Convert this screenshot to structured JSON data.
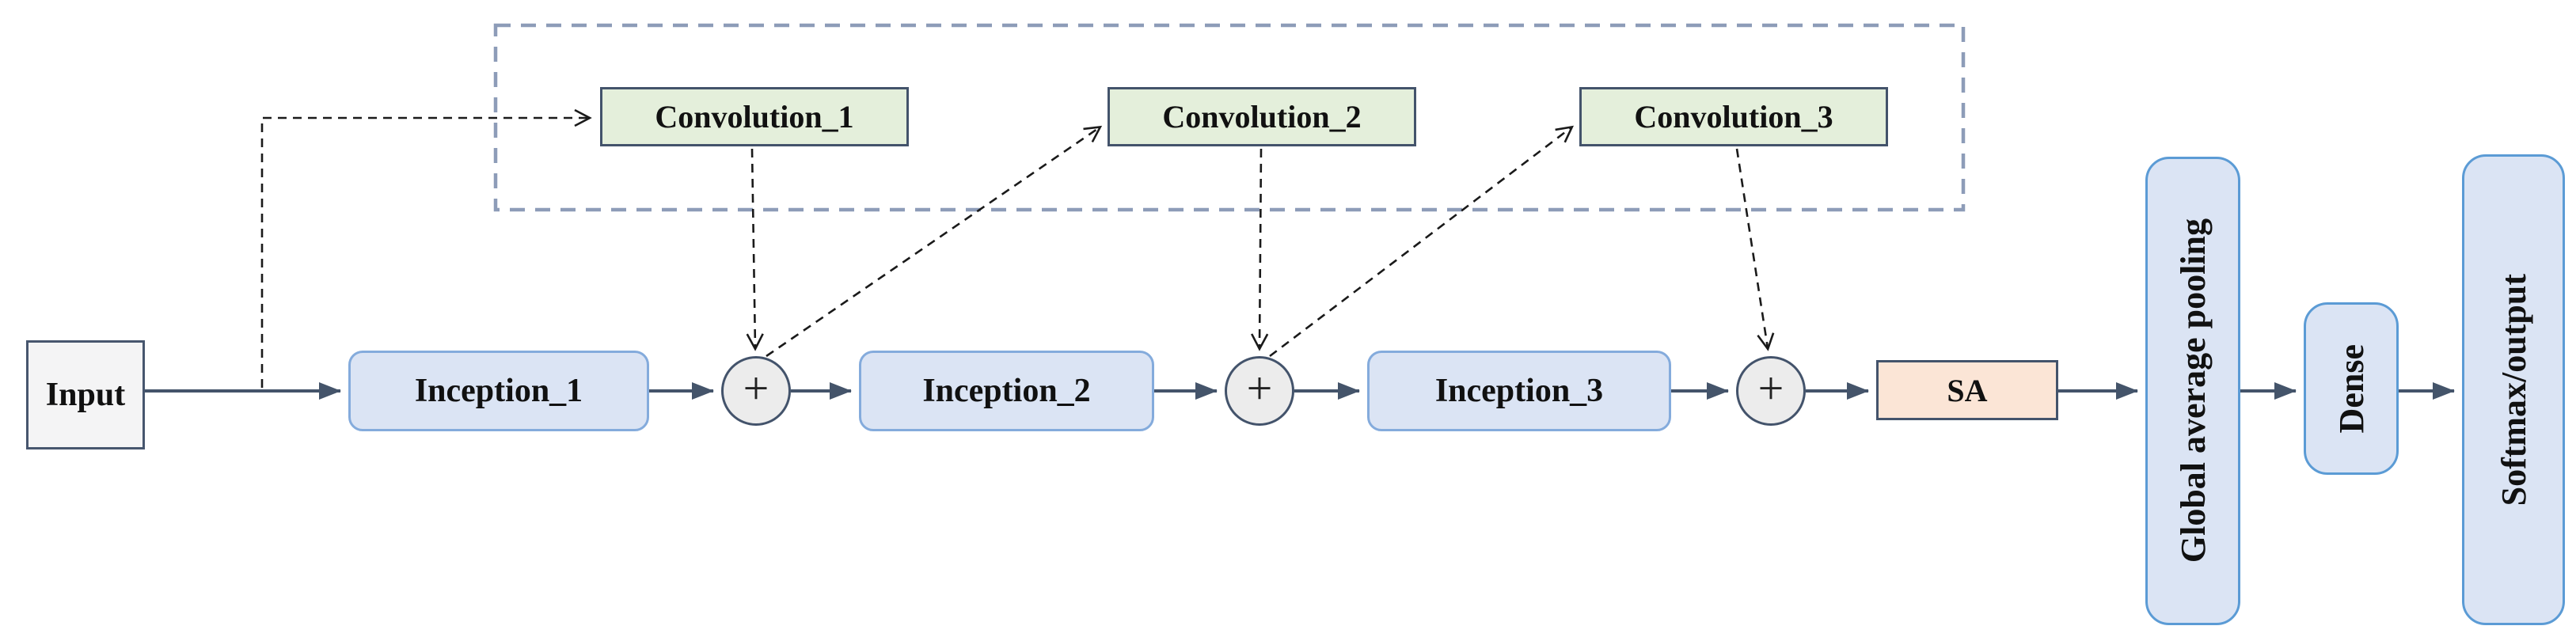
{
  "figure": {
    "type": "neural-network-architecture-diagram",
    "background": "#ffffff",
    "nodes": {
      "input": {
        "label": "Input"
      },
      "inception1": {
        "label": "Inception_1"
      },
      "inception2": {
        "label": "Inception_2"
      },
      "inception3": {
        "label": "Inception_3"
      },
      "add1": {
        "label": "+"
      },
      "add2": {
        "label": "+"
      },
      "add3": {
        "label": "+"
      },
      "conv1": {
        "label": "Convolution_1"
      },
      "conv2": {
        "label": "Convolution_2"
      },
      "conv3": {
        "label": "Convolution_3"
      },
      "sa": {
        "label": "SA"
      },
      "gap": {
        "label": "Global average pooling"
      },
      "dense": {
        "label": "Dense"
      },
      "softmax": {
        "label": "Softmax/output"
      }
    },
    "edges": {
      "solid": [
        {
          "from": "input",
          "to": "inception1"
        },
        {
          "from": "inception1",
          "to": "add1"
        },
        {
          "from": "add1",
          "to": "inception2"
        },
        {
          "from": "inception2",
          "to": "add2"
        },
        {
          "from": "add2",
          "to": "inception3"
        },
        {
          "from": "inception3",
          "to": "add3"
        },
        {
          "from": "add3",
          "to": "sa"
        },
        {
          "from": "sa",
          "to": "gap"
        },
        {
          "from": "gap",
          "to": "dense"
        },
        {
          "from": "dense",
          "to": "softmax"
        }
      ],
      "dashed": [
        {
          "from": "input",
          "to": "conv1"
        },
        {
          "from": "conv1",
          "to": "add1"
        },
        {
          "from": "add1",
          "to": "conv2"
        },
        {
          "from": "conv2",
          "to": "add2"
        },
        {
          "from": "add2",
          "to": "conv3"
        },
        {
          "from": "conv3",
          "to": "add3"
        }
      ]
    },
    "colors": {
      "inception_fill": "#dbe4f4",
      "inception_border": "#84abdc",
      "tail_fill": "#dbe4f4",
      "tail_border": "#5b9bd5",
      "convolution_fill": "#e4efdb",
      "input_fill": "#f4f4f5",
      "add_fill": "#ececec",
      "sa_fill": "#fbe5d6",
      "dark_border": "#43536b",
      "solid_arrow": "#44546a",
      "dashed_line": "#1a1a1a",
      "dashed_region_border": "#8d9cb8"
    }
  }
}
